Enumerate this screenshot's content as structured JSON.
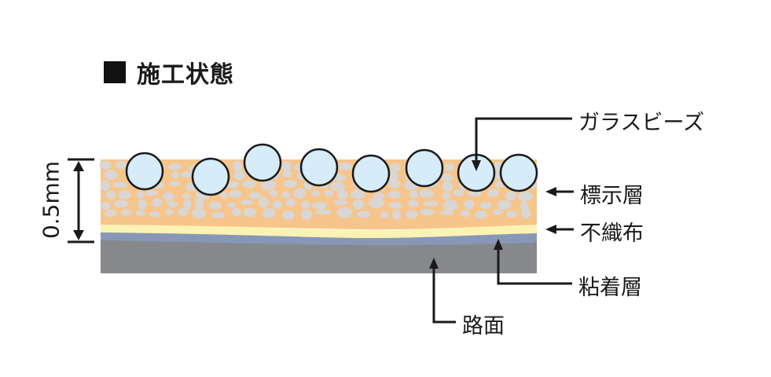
{
  "title": "施工状態",
  "dimension": "0.5mm",
  "labels": {
    "glass_beads": "ガラスビーズ",
    "marking_layer": "標示層",
    "nonwoven": "不織布",
    "adhesive_layer": "粘着層",
    "road_surface": "路面"
  },
  "colors": {
    "marking_layer": "#f6c58c",
    "aggregate": "#d9d6d3",
    "glass_bead": "#d6ecf8",
    "nonwoven": "#fbf3b4",
    "adhesive_layer": "#8897b6",
    "road_surface": "#86888c",
    "ink": "#1a1a1a"
  }
}
